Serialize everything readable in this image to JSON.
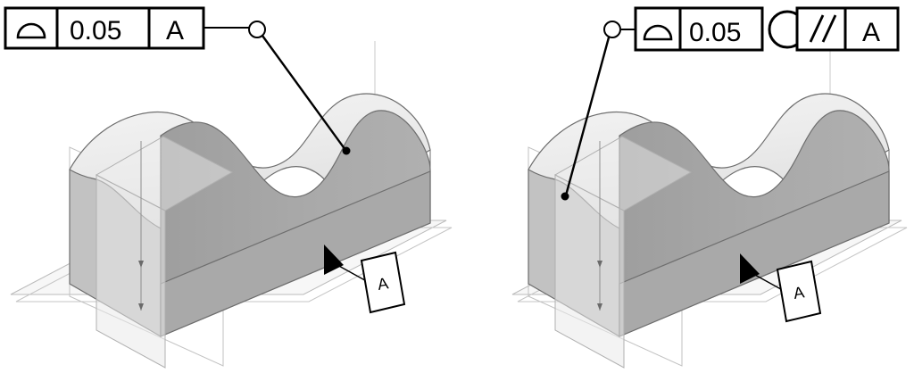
{
  "drawing": {
    "title": "Profile of a Surface GD&T callout comparison",
    "background_color": "#ffffff",
    "line_color": "#000000",
    "construction_line_color": "#b4b4b4"
  },
  "colors": {
    "top_face": "#eeeeee",
    "top_face_shade": "#e3e3e3",
    "left_face": "#c0c0c0",
    "front_face": "#a8a8a8",
    "base_plane": "#f2f2f2",
    "cut_plane": "#ededed",
    "outline": "#555555",
    "annotation": "#000000"
  },
  "views": [
    {
      "id": "left-view",
      "name": "profile-all-over-view",
      "feature_control_frames": [
        {
          "id": "left-fcf",
          "cells": [
            {
              "type": "symbol",
              "name": "profile-of-surface-symbol",
              "label": "profile-of-a-surface"
            },
            {
              "type": "text",
              "name": "tolerance-value",
              "label": "0.05"
            },
            {
              "type": "text",
              "name": "datum-reference",
              "label": "A"
            }
          ]
        }
      ],
      "all_over_circle": {
        "name": "all-over-symbol",
        "label": "all-over",
        "position": "leader-origin"
      },
      "leader": {
        "name": "leader-line",
        "terminator": "filled-dot",
        "points_to": "top-surface"
      },
      "datum_feature": {
        "name": "datum-feature-symbol-a",
        "label": "A"
      }
    },
    {
      "id": "right-view",
      "name": "profile-parallelism-view",
      "feature_control_frames": [
        {
          "id": "right-fcf-1",
          "cells": [
            {
              "type": "symbol",
              "name": "profile-of-surface-symbol",
              "label": "profile-of-a-surface"
            },
            {
              "type": "text",
              "name": "tolerance-value",
              "label": "0.05"
            }
          ]
        },
        {
          "id": "right-fcf-2",
          "cells": [
            {
              "type": "symbol",
              "name": "parallelism-symbol",
              "label": "//"
            },
            {
              "type": "text",
              "name": "datum-reference",
              "label": "A"
            }
          ]
        }
      ],
      "all_over_circle": {
        "name": "all-over-symbol",
        "label": "all-over",
        "position": "leader-origin"
      },
      "second_circle": {
        "name": "all-around-circle-symbol",
        "label": "all-around"
      },
      "leader": {
        "name": "leader-line",
        "terminator": "filled-dot",
        "points_to": "top-surface"
      },
      "datum_feature": {
        "name": "datum-feature-symbol-a",
        "label": "A"
      }
    }
  ],
  "labels": {
    "tolerance": "0.05",
    "datum_a": "A",
    "parallelism": "//"
  }
}
